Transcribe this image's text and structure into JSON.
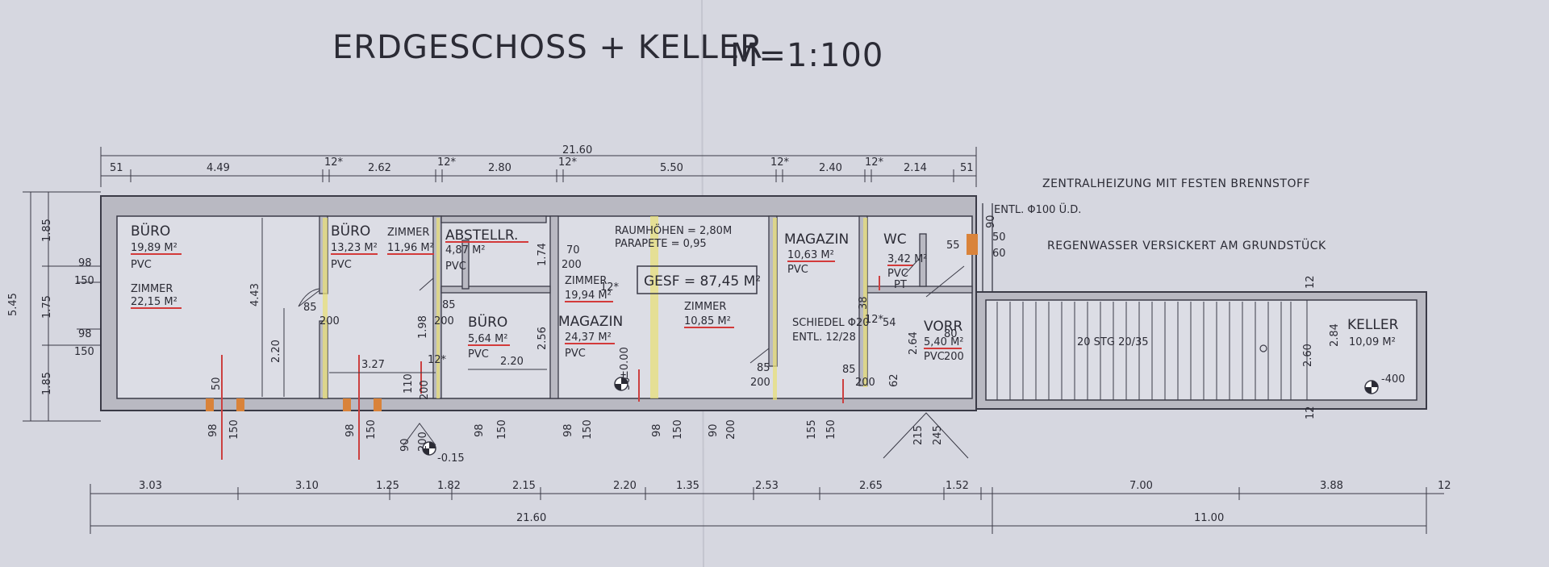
{
  "title": "ERDGESCHOSS + KELLER",
  "scale": "M=1:100",
  "notes": {
    "heating": "ZENTRALHEIZUNG MIT FESTEN BRENNSTOFF",
    "rainwater": "REGENWASSER VERSICKERT AM GRUNDSTÜCK",
    "drain": "ENTL. Φ100 Ü.D.",
    "room_heights": "RAUMHÖHEN = 2,80M",
    "parapet": "PARAPETE = 0,95",
    "chimney": "SCHIEDEL Φ20",
    "chimney_drain": "ENTL. 12/28",
    "stairs": "20 STG 20/35",
    "total_area": "GESF = 87,45 M²"
  },
  "rooms": {
    "buero1": {
      "name": "BÜRO",
      "area": "19,89 M²",
      "floor": "PVC"
    },
    "zimmer1": {
      "name": "ZIMMER",
      "area": "22,15 M²"
    },
    "buero2": {
      "name": "BÜRO",
      "area": "13,23 M²",
      "floor": "PVC"
    },
    "zimmer2": {
      "name": "ZIMMER",
      "area": "11,96 M²"
    },
    "abstell": {
      "name": "ABSTELLR.",
      "area": "4,87 M²",
      "floor": "PVC"
    },
    "buero3": {
      "name": "BÜRO",
      "area": "5,64 M²",
      "floor": "PVC"
    },
    "zimmer3": {
      "name": "ZIMMER",
      "area": "19,94 M²"
    },
    "magazin1": {
      "name": "MAGAZIN",
      "area": "24,37 M²",
      "floor": "PVC"
    },
    "zimmer4": {
      "name": "ZIMMER",
      "area": "10,85 M²"
    },
    "magazin2": {
      "name": "MAGAZIN",
      "area": "10,63 M²",
      "floor": "PVC"
    },
    "wc": {
      "name": "WC",
      "area": "3,42 M²",
      "floor": "PVC",
      "extra": "PT"
    },
    "vorr": {
      "name": "VORR",
      "area": "5,40 M²",
      "floor": "PVC"
    },
    "keller": {
      "name": "KELLER",
      "area": "10,09 M²"
    }
  },
  "dims_top": {
    "total": "21.60",
    "segments": [
      "51",
      "4.49",
      "12*",
      "2.62",
      "12*",
      "2.80",
      "12*",
      "5.50",
      "12*",
      "2.40",
      "12*",
      "2.14",
      "51"
    ]
  },
  "dims_bottom": {
    "segments": [
      "3.03",
      "3.10",
      "1.25",
      "1.82",
      "2.15",
      "2.20",
      "1.35",
      "2.53",
      "2.65",
      "1.52",
      "7.00",
      "3.88",
      "12"
    ],
    "total_left": "21.60",
    "total_right": "11.00"
  },
  "dims_left": {
    "total": "5.45",
    "segments": [
      "1.85",
      "1.75",
      "1.85"
    ],
    "windows": [
      "98",
      "150",
      "98",
      "150"
    ]
  },
  "dims_misc": {
    "d443": "4.43",
    "d220": "2.20",
    "d327": "3.27",
    "d198": "1.98",
    "d256": "2.56",
    "d220b": "2.20",
    "d174": "1.74",
    "d264": "2.64",
    "d260": "2.60",
    "d284": "2.84",
    "d12a": "12",
    "d12b": "12",
    "door85_200": "85/200",
    "door85": "85",
    "door200": "200",
    "door70": "70",
    "door80": "80",
    "d55": "55",
    "d50": "50",
    "d60": "60",
    "d90": "90",
    "d54": "54",
    "d62": "62",
    "d38": "38",
    "d12c": "12*",
    "d12d": "12*",
    "d50b": "50",
    "level_entry": "-0.15",
    "level_basement": "-400",
    "level_inner": "±0.00"
  },
  "dims_openings": [
    "98",
    "150",
    "98",
    "150",
    "98",
    "150",
    "98",
    "150",
    "98",
    "150",
    "90",
    "200",
    "155",
    "150",
    "215",
    "245",
    "90",
    "200",
    "110",
    "200"
  ]
}
